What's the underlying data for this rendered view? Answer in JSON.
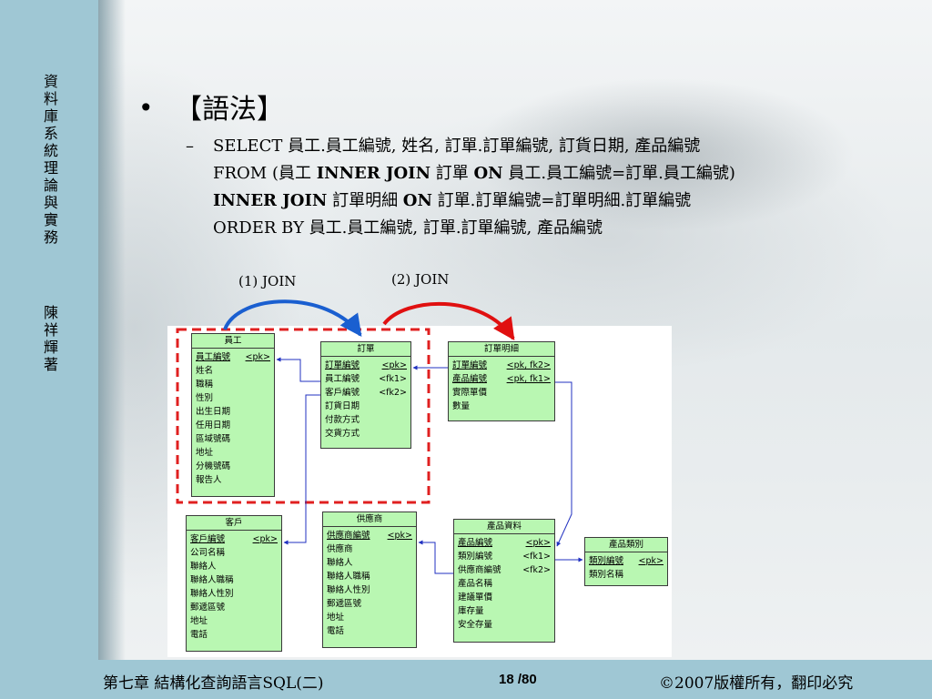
{
  "sidebar": {
    "course_title": "資料庫系統理論與實務",
    "author": "陳祥輝著"
  },
  "slide": {
    "bullet": "•",
    "heading": "【語法】",
    "dash": "–",
    "sql_line1": "SELECT 員工.員工編號, 姓名, 訂單.訂單編號, 訂貨日期, 產品編號",
    "sql_line2_a": "FROM (員工 ",
    "sql_line2_b": "INNER JOIN",
    "sql_line2_c": " 訂單 ",
    "sql_line2_d": "ON",
    "sql_line2_e": " 員工.員工編號=訂單.員工編號)",
    "sql_line3_a": "INNER JOIN",
    "sql_line3_b": " 訂單明細 ",
    "sql_line3_c": "ON",
    "sql_line3_d": " 訂單.訂單編號=訂單明細.訂單編號",
    "sql_line4": "ORDER BY 員工.員工編號, 訂單.訂單編號, 產品編號"
  },
  "diagram": {
    "join1_label": "(1) JOIN",
    "join2_label": "(2) JOIN",
    "colors": {
      "table_fill": "#b9f7b2",
      "dashed_box": "#e02020",
      "arrow_blue": "#1a5fd0",
      "arrow_red": "#e01010",
      "link_blue": "#2030c0"
    },
    "tables": {
      "employee": {
        "name": "員工",
        "keys": [
          {
            "field": "員工編號",
            "key": "<pk>"
          }
        ],
        "fields": [
          "姓名",
          "職稱",
          "性別",
          "出生日期",
          "任用日期",
          "區域號碼",
          "地址",
          "分機號碼",
          "報告人"
        ]
      },
      "order": {
        "name": "訂單",
        "keys": [
          {
            "field": "訂單編號",
            "key": "<pk>"
          },
          {
            "field": "員工編號",
            "key": "<fk1>"
          },
          {
            "field": "客戶編號",
            "key": "<fk2>"
          }
        ],
        "fields": [
          "訂貨日期",
          "付款方式",
          "交貨方式"
        ]
      },
      "order_detail": {
        "name": "訂單明細",
        "keys": [
          {
            "field": "訂單編號",
            "key": "<pk, fk2>"
          },
          {
            "field": "產品編號",
            "key": "<pk, fk1>"
          }
        ],
        "fields": [
          "實際單價",
          "數量"
        ]
      },
      "customer": {
        "name": "客戶",
        "keys": [
          {
            "field": "客戶編號",
            "key": "<pk>"
          }
        ],
        "fields": [
          "公司名稱",
          "聯絡人",
          "聯絡人職稱",
          "聯絡人性別",
          "郵遞區號",
          "地址",
          "電話"
        ]
      },
      "supplier": {
        "name": "供應商",
        "keys": [
          {
            "field": "供應商編號",
            "key": "<pk>"
          }
        ],
        "fields": [
          "供應商",
          "聯絡人",
          "聯絡人職稱",
          "聯絡人性別",
          "郵遞區號",
          "地址",
          "電話"
        ]
      },
      "product": {
        "name": "產品資料",
        "keys": [
          {
            "field": "產品編號",
            "key": "<pk>"
          },
          {
            "field": "類別編號",
            "key": "<fk1>"
          },
          {
            "field": "供應商編號",
            "key": "<fk2>"
          }
        ],
        "fields": [
          "產品名稱",
          "建議單價",
          "庫存量",
          "安全存量"
        ]
      },
      "category": {
        "name": "產品類別",
        "keys": [
          {
            "field": "類別編號",
            "key": "<pk>"
          }
        ],
        "fields": [
          "類別名稱"
        ]
      }
    }
  },
  "footer": {
    "chapter": "第七章 結構化查詢語言SQL(二)",
    "page": "18 /80",
    "copyright": "©2007版權所有，翻印必究"
  }
}
